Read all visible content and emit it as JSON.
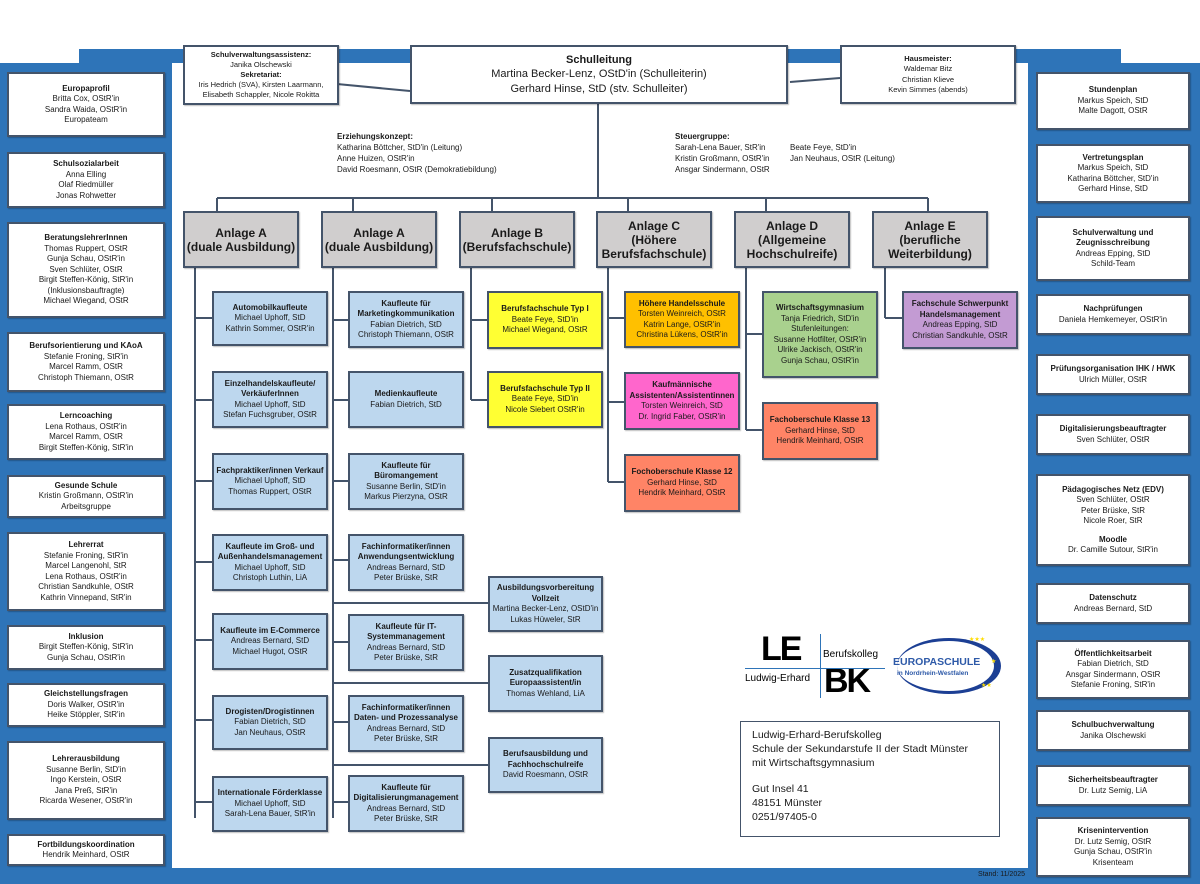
{
  "leadership": {
    "title": "Schulleitung",
    "lines": [
      "Martina Becker-Lenz, OStD'in (Schulleiterin)",
      "Gerhard Hinse, StD (stv. Schulleiter)"
    ]
  },
  "secretariat": {
    "title1": "Schulverwaltungsassistenz:",
    "line1": "Janika Olschewski",
    "title2": "Sekretariat:",
    "line2": "Iris Hedrich (SVA), Kirsten Laarmann,",
    "line3": "Elisabeth Schappler, Nicole Rokitta"
  },
  "caretaker": {
    "title": "Hausmeister:",
    "lines": [
      "Waldemar Bitz",
      "Christian Klieve",
      "Kevin Simmes (abends)"
    ]
  },
  "erziehungskonzept": {
    "title": "Erziehungskonzept:",
    "lines": [
      "Katharina Böttcher, StD'in (Leitung)",
      "Anne Huizen, OStR'in",
      "David Roesmann, OStR (Demokratiebildung)"
    ]
  },
  "steuergruppe": {
    "title": "Steuergruppe:",
    "col1": [
      "Sarah-Lena Bauer, StR'in",
      "Kristin Großmann, OStR'in",
      "Ansgar Sindermann, OStR"
    ],
    "col2": [
      "Beate Feye, StD'in",
      "Jan Neuhaus, OStR (Leitung)"
    ]
  },
  "left_column": [
    {
      "title": "Europaprofil",
      "lines": [
        "Britta Cox, OStR'in",
        "Sandra Waida, OStR'in",
        "Europateam"
      ]
    },
    {
      "title": "Schulsozialarbeit",
      "lines": [
        "Anna Elling",
        "Olaf Riedmüller",
        "Jonas Rohwetter"
      ]
    },
    {
      "title": "BeratungslehrerInnen",
      "lines": [
        "Thomas Ruppert, OStR",
        "Gunja Schau, OStR'in",
        "Sven Schlüter, OStR",
        "Birgit Steffen-König, StR'in",
        "(Inklusionsbauftragte)",
        "Michael Wiegand, OStR"
      ]
    },
    {
      "title": "Berufsorientierung und KAoA",
      "lines": [
        "Stefanie Froning, StR'in",
        "Marcel Ramm, OStR",
        "Christoph Thiemann, OStR"
      ]
    },
    {
      "title": "Lerncoaching",
      "lines": [
        "Lena Rothaus, OStR'in",
        "Marcel Ramm, OStR",
        "Birgit Steffen-König, StR'in"
      ]
    },
    {
      "title": "Gesunde Schule",
      "lines": [
        "Kristin Großmann, OStR'in",
        "Arbeitsgruppe"
      ]
    },
    {
      "title": "Lehrerrat",
      "lines": [
        "Stefanie Froning, StR'in",
        "Marcel Langenohl, StR",
        "Lena Rothaus, OStR'in",
        "Christian Sandkuhle, OStR",
        "Kathrin Vinnepand, StR'in"
      ]
    },
    {
      "title": "Inklusion",
      "lines": [
        "Birgit Steffen-König, StR'in",
        "Gunja Schau, OStR'in"
      ]
    },
    {
      "title": "Gleichstellungsfragen",
      "lines": [
        "Doris Walker, OStR'in",
        "Heike Stöppler, StR'in"
      ]
    },
    {
      "title": "Lehrerausbildung",
      "lines": [
        "Susanne Berlin, StD'in",
        "Ingo Kerstein, OStR",
        "Jana Preß, StR'in",
        "Ricarda Wesener, OStR'in"
      ]
    },
    {
      "title": "Fortbildungskoordination",
      "lines": [
        "Hendrik Meinhard, OStR"
      ]
    }
  ],
  "right_column": [
    {
      "title": "Stundenplan",
      "lines": [
        "Markus Speich, StD",
        "Malte Dagott, OStR"
      ]
    },
    {
      "title": "Vertretungsplan",
      "lines": [
        "Markus Speich, StD",
        "Katharina Böttcher, StD'in",
        "Gerhard Hinse, StD"
      ]
    },
    {
      "title": "Schulverwaltung und Zeugnisschreibung",
      "lines": [
        "Andreas Epping, StD",
        "Schild-Team"
      ]
    },
    {
      "title": "Nachprüfungen",
      "lines": [
        "Daniela Hemkemeyer, OStR'in"
      ]
    },
    {
      "title": "Prüfungsorganisation IHK / HWK",
      "lines": [
        "Ulrich Müller, OStR"
      ]
    },
    {
      "title": "Digitalisierungsbeauftragter",
      "lines": [
        "Sven Schlüter, OStR"
      ]
    },
    {
      "title": "Pädagogisches Netz (EDV)",
      "lines": [
        "Sven Schlüter, OStR",
        "Peter Brüske, StR",
        "Nicole Roer, StR"
      ],
      "title2": "Moodle",
      "lines2": [
        "Dr. Camille Sutour, StR'in"
      ]
    },
    {
      "title": "Datenschutz",
      "lines": [
        "Andreas Bernard, StD"
      ]
    },
    {
      "title": "Öffentlichkeitsarbeit",
      "lines": [
        "Fabian Dietrich, StD",
        "Ansgar Sindermann, OStR",
        "Stefanie Froning, StR'in"
      ]
    },
    {
      "title": "Schulbuchverwaltung",
      "lines": [
        "Janika Olschewski"
      ]
    },
    {
      "title": "Sicherheitsbeauftragter",
      "lines": [
        "Dr. Lutz Semig, LiA"
      ]
    },
    {
      "title": "Krisenintervention",
      "lines": [
        "Dr. Lutz Semig, OStR",
        "Gunja Schau, OStR'in",
        "Krisenteam"
      ]
    }
  ],
  "anlagen": [
    {
      "line1": "Anlage A",
      "line2": "(duale Ausbildung)"
    },
    {
      "line1": "Anlage A",
      "line2": "(duale Ausbildung)"
    },
    {
      "line1": "Anlage B",
      "line2": "(Berufsfachschule)"
    },
    {
      "line1": "Anlage C",
      "line2": "(Höhere",
      "line3": "Berufsfachschule)"
    },
    {
      "line1": "Anlage D",
      "line2": "(Allgemeine",
      "line3": "Hochschulreife)"
    },
    {
      "line1": "Anlage E",
      "line2": "(berufliche",
      "line3": "Weiterbildung)"
    }
  ],
  "col_a1": [
    {
      "title": "Automobilkaufleute",
      "lines": [
        "Michael Uphoff, StD",
        "Kathrin Sommer, OStR'in"
      ]
    },
    {
      "title": "Einzelhandelskaufleute/ VerkäuferInnen",
      "lines": [
        "Michael Uphoff, StD",
        "Stefan Fuchsgruber, OStR"
      ]
    },
    {
      "title": "Fachpraktiker/innen Verkauf",
      "lines": [
        "Michael Uphoff, StD",
        "Thomas Ruppert, OStR"
      ]
    },
    {
      "title": "Kaufleute im Groß- und Außenhandelsmanagement",
      "lines": [
        "Michael Uphoff, StD",
        "Christoph Luthin, LiA"
      ]
    },
    {
      "title": "Kaufleute im E-Commerce",
      "lines": [
        "Andreas Bernard, StD",
        "Michael Hugot, OStR"
      ]
    },
    {
      "title": "Drogisten/Drogistinnen",
      "lines": [
        "Fabian Dietrich, StD",
        "Jan Neuhaus, OStR"
      ]
    },
    {
      "title": "Internationale Förderklasse",
      "lines": [
        "Michael Uphoff, StD",
        "Sarah-Lena Bauer, StR'in"
      ]
    }
  ],
  "col_a2": [
    {
      "title": "Kaufleute für Marketingkommunikation",
      "lines": [
        "Fabian Dietrich, StD",
        "Christoph Thiemann, OStR"
      ]
    },
    {
      "title": "Medienkaufleute",
      "lines": [
        "Fabian Dietrich, StD"
      ]
    },
    {
      "title": "Kaufleute für Büromangement",
      "lines": [
        "Susanne Berlin, StD'in",
        "Markus Pierzyna, OStR"
      ]
    },
    {
      "title": "Fachinformatiker/innen Anwendungsentwicklung",
      "lines": [
        "Andreas Bernard, StD",
        "Peter Brüske, StR"
      ]
    },
    {
      "title": "Kaufleute für IT-Systemmanagement",
      "lines": [
        "Andreas Bernard, StD",
        "Peter Brüske, StR"
      ]
    },
    {
      "title": "Fachinformatiker/innen Daten- und Prozessanalyse",
      "lines": [
        "Andreas Bernard, StD",
        "Peter Brüske, StR"
      ]
    },
    {
      "title": "Kaufleute für Digitalisierungmanagement",
      "lines": [
        "Andreas Bernard, StD",
        "Peter Brüske, StR"
      ]
    }
  ],
  "col_a2_extra": [
    {
      "title": "Ausbildungsvorbereitung Vollzeit",
      "lines": [
        "Martina Becker-Lenz, OStD'in",
        "Lukas Hüweler, StR"
      ]
    },
    {
      "title": "Zusatzqualifikation Europaassistent/in",
      "lines": [
        "Thomas Wehland, LiA"
      ]
    },
    {
      "title": "Berufsausbildung und Fachhochschulreife",
      "lines": [
        "David Roesmann, OStR"
      ]
    }
  ],
  "col_b": [
    {
      "title": "Berufsfachschule Typ I",
      "lines": [
        "Beate Feye, StD'in",
        "Michael Wiegand, OStR"
      ]
    },
    {
      "title": "Berufsfachschule Typ II",
      "lines": [
        "Beate Feye, StD'in",
        "Nicole Siebert OStR'in"
      ]
    }
  ],
  "col_c": [
    {
      "title": "Höhere Handelsschule",
      "lines": [
        "Torsten Weinreich, OStR",
        "Katrin Lange, OStR'in",
        "Christina Lükens, OStR'in"
      ]
    },
    {
      "title": "Kaufmännische Assistenten/Assistentinnen",
      "lines": [
        "Torsten Weinreich, StD",
        "Dr. Ingrid Faber, OStR'in"
      ]
    },
    {
      "title": "Fochoberschule Klasse 12",
      "lines": [
        "Gerhard Hinse, StD",
        "Hendrik Meinhard, OStR"
      ]
    }
  ],
  "col_d": [
    {
      "title": "Wirtschaftsgymnasium",
      "lines": [
        "Tanja Friedrich, StD'in",
        "Stufenleitungen:",
        "Susanne Hotfilter, OStR'in",
        "Ulrike Jackisch, OStR'in",
        "Gunja Schau, OStR'in"
      ]
    },
    {
      "title": "Fachoberschule Klasse 13",
      "lines": [
        "Gerhard Hinse, StD",
        "Hendrik Meinhard, OStR"
      ]
    }
  ],
  "col_e": [
    {
      "title": "Fachschule Schwerpunkt Handelsmanagement",
      "lines": [
        "Andreas Epping, StD",
        "Christian Sandkuhle, OStR"
      ]
    }
  ],
  "logos": {
    "lebk_big1": "LE",
    "lebk_big2": "BK",
    "lebk_small1": "Berufskolleg",
    "lebk_small2": "Ludwig-Erhard",
    "euro1": "EUROPASCHULE",
    "euro2": "in Nordrhein-Westfalen"
  },
  "address": {
    "lines": [
      "Ludwig-Erhard-Berufskolleg",
      "Schule der Sekundarstufe II der Stadt Münster",
      "mit Wirtschaftsgymnasium"
    ],
    "lines2": [
      "Gut Insel 41",
      "48151 Münster",
      "0251/97405-0"
    ]
  },
  "footer": {
    "stand": "Stand: 11/2025"
  },
  "colors": {
    "frame": "#2e74b8",
    "anlage": "#d0cece",
    "unit_blue": "#bdd7ee",
    "berufsfachschule": "#ffff33",
    "hoehere_handelsschule": "#ffc000",
    "kaufm_assistenten": "#ff66cc",
    "fachoberschule": "#ff8466",
    "wirtschaftsgymnasium": "#a9d18e",
    "fachschule": "#c39bd3"
  }
}
